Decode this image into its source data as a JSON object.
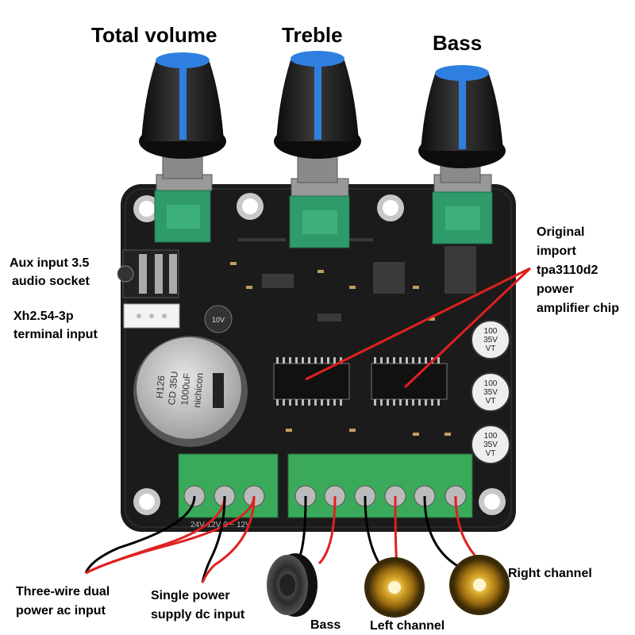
{
  "labels": {
    "total_volume": "Total volume",
    "treble": "Treble",
    "bass_knob": "Bass",
    "chip_line1": "Original",
    "chip_line2": "import",
    "chip_line3": "tpa3110d2",
    "chip_line4": "power",
    "chip_line5": "amplifier chip",
    "aux_line1": "Aux input 3.5",
    "aux_line2": "audio socket",
    "xh_line1": "Xh2.54-3p",
    "xh_line2": "terminal input",
    "dual_line1": "Three-wire dual",
    "dual_line2": "power ac input",
    "single_line1": "Single power",
    "single_line2": "supply dc input",
    "bass_speaker": "Bass",
    "left_channel": "Left channel",
    "right_channel": "Right channel"
  },
  "board": {
    "cap_big": [
      "H126",
      "CD 35U",
      "1000uF",
      "nichicon"
    ],
    "cap_small": [
      "100",
      "35V",
      "VT"
    ],
    "terminal_text": "24V 12V 0 ~ 12V"
  },
  "colors": {
    "pcb": "#1b1b1b",
    "knob_stripe": "#2f7fe0",
    "pot_green": "#2f9b6a",
    "terminal_green": "#3aaa5a",
    "annotation_red": "#e02020",
    "wire_black": "#000000"
  }
}
